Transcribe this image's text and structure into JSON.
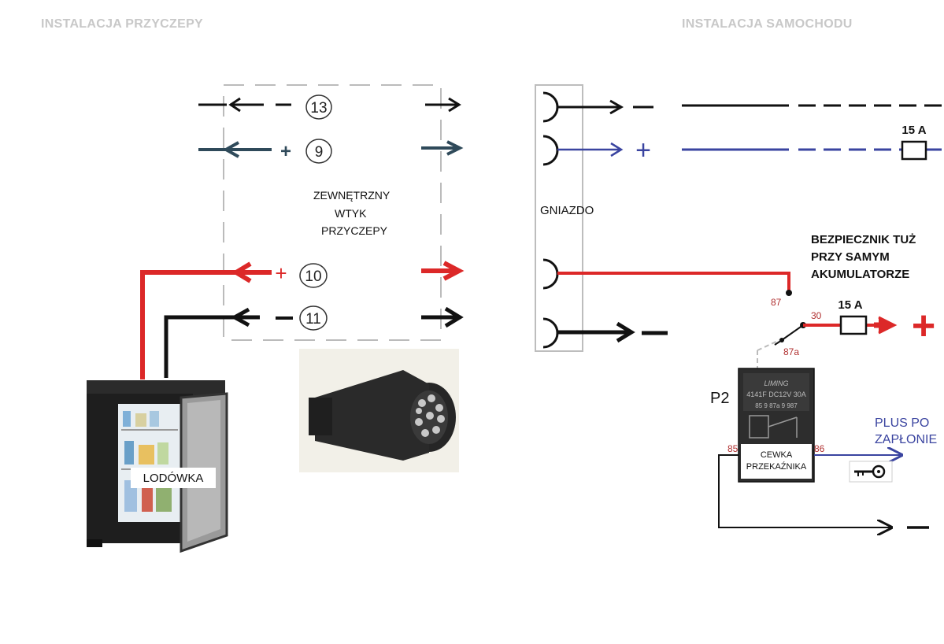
{
  "headers": {
    "trailer_installation": "INSTALACJA  PRZYCZEPY",
    "car_installation": "INSTALACJA  SAMOCHODU"
  },
  "plug": {
    "label_line1": "ZEWNĘTRZNY",
    "label_line2": "WTYK",
    "label_line3": "PRZYCZEPY",
    "pins": {
      "pin13": "13",
      "pin9": "9",
      "pin10": "10",
      "pin11": "11"
    }
  },
  "socket": {
    "label": "GNIAZDO"
  },
  "fridge": {
    "label": "LODÓWKA"
  },
  "fuse_note": {
    "line1": "BEZPIECZNIK TUŻ",
    "line2": "PRZY SAMYM",
    "line3": "AKUMULATORZE"
  },
  "fuses": {
    "top": "15 A",
    "battery": "15 A"
  },
  "relay": {
    "name": "P2",
    "brand": "LIMING",
    "model": "4141F  DC12V 30A",
    "pins_top": "85 9   87a 9   987",
    "coil_line1": "CEWKA",
    "coil_line2": "PRZEKAŹNIKA",
    "pin85": "85",
    "pin86": "86",
    "pin87": "87",
    "pin87a": "87a",
    "pin30": "30"
  },
  "ignition": {
    "line1": "PLUS PO",
    "line2": "ZAPŁONIE"
  },
  "signs": {
    "plus": "+",
    "minus": "−"
  },
  "colors": {
    "positive_red": "#dc2828",
    "ground_black": "#111111",
    "signal_blue": "#3a44a0",
    "pin9_arrow": "#2f4a5a",
    "header_gray": "#c8c8c8"
  }
}
